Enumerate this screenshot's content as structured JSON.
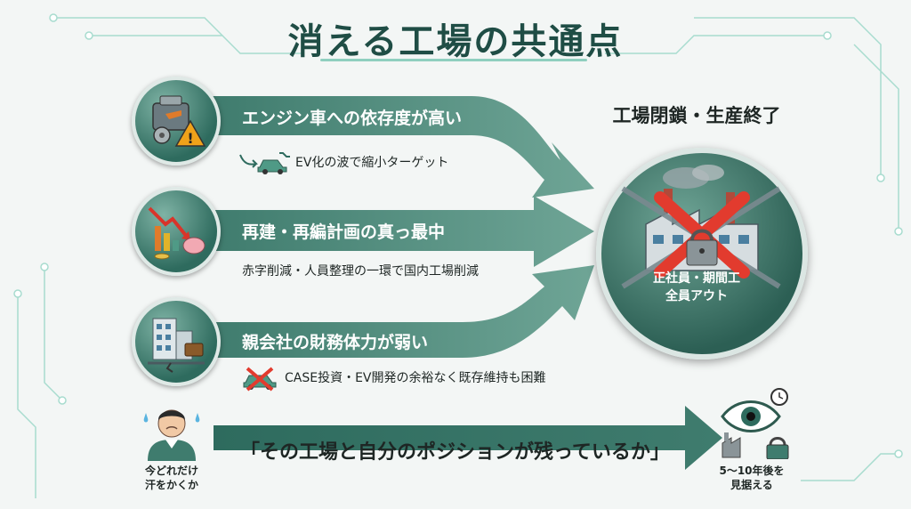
{
  "title": "消える工場の共通点",
  "factors": [
    {
      "label": "エンジン車への依存度が高い",
      "detail": "EV化の波で縮小ターゲット",
      "icon": "engine-warning-icon",
      "detail_icon": "electric-car-icon"
    },
    {
      "label": "再建・再編計画の真っ最中",
      "detail": "赤字削減・人員整理の一環で国内工場削減",
      "icon": "declining-chart-icon"
    },
    {
      "label": "親会社の財務体力が弱い",
      "detail": "CASE投資・EV開発の余裕なく既存維持も困難",
      "icon": "cracked-building-icon",
      "detail_icon": "crossed-car-icon"
    }
  ],
  "outcome": {
    "title": "工場閉鎖・生産終了",
    "caption_line1": "正社員・期間工",
    "caption_line2": "全員アウト",
    "icon": "chained-factory-icon"
  },
  "worker": {
    "caption_line1": "今どれだけ",
    "caption_line2": "汗をかくか",
    "icon": "sweating-worker-icon"
  },
  "quote": "「その工場と自分のポジションが残っているか」",
  "watch": {
    "caption_line1": "5〜10年後を",
    "caption_line2": "見据える",
    "icon": "eye-clock-icon"
  },
  "colors": {
    "primary": "#2e6b5e",
    "accent": "#8fcfbf",
    "warning": "#e23b2e",
    "background": "#f3f6f5"
  }
}
